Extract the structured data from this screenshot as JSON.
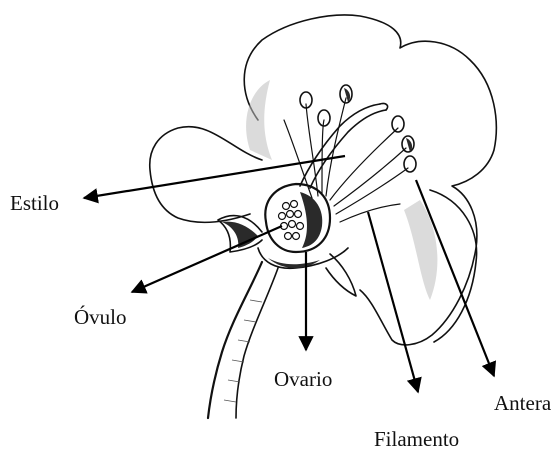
{
  "labels": {
    "estilo": "Estilo",
    "ovulo": "Óvulo",
    "ovario": "Ovario",
    "antera": "Antera",
    "filamento": "Filamento"
  },
  "colors": {
    "ink": "#111111",
    "arrow": "#000000",
    "background": "#ffffff"
  }
}
